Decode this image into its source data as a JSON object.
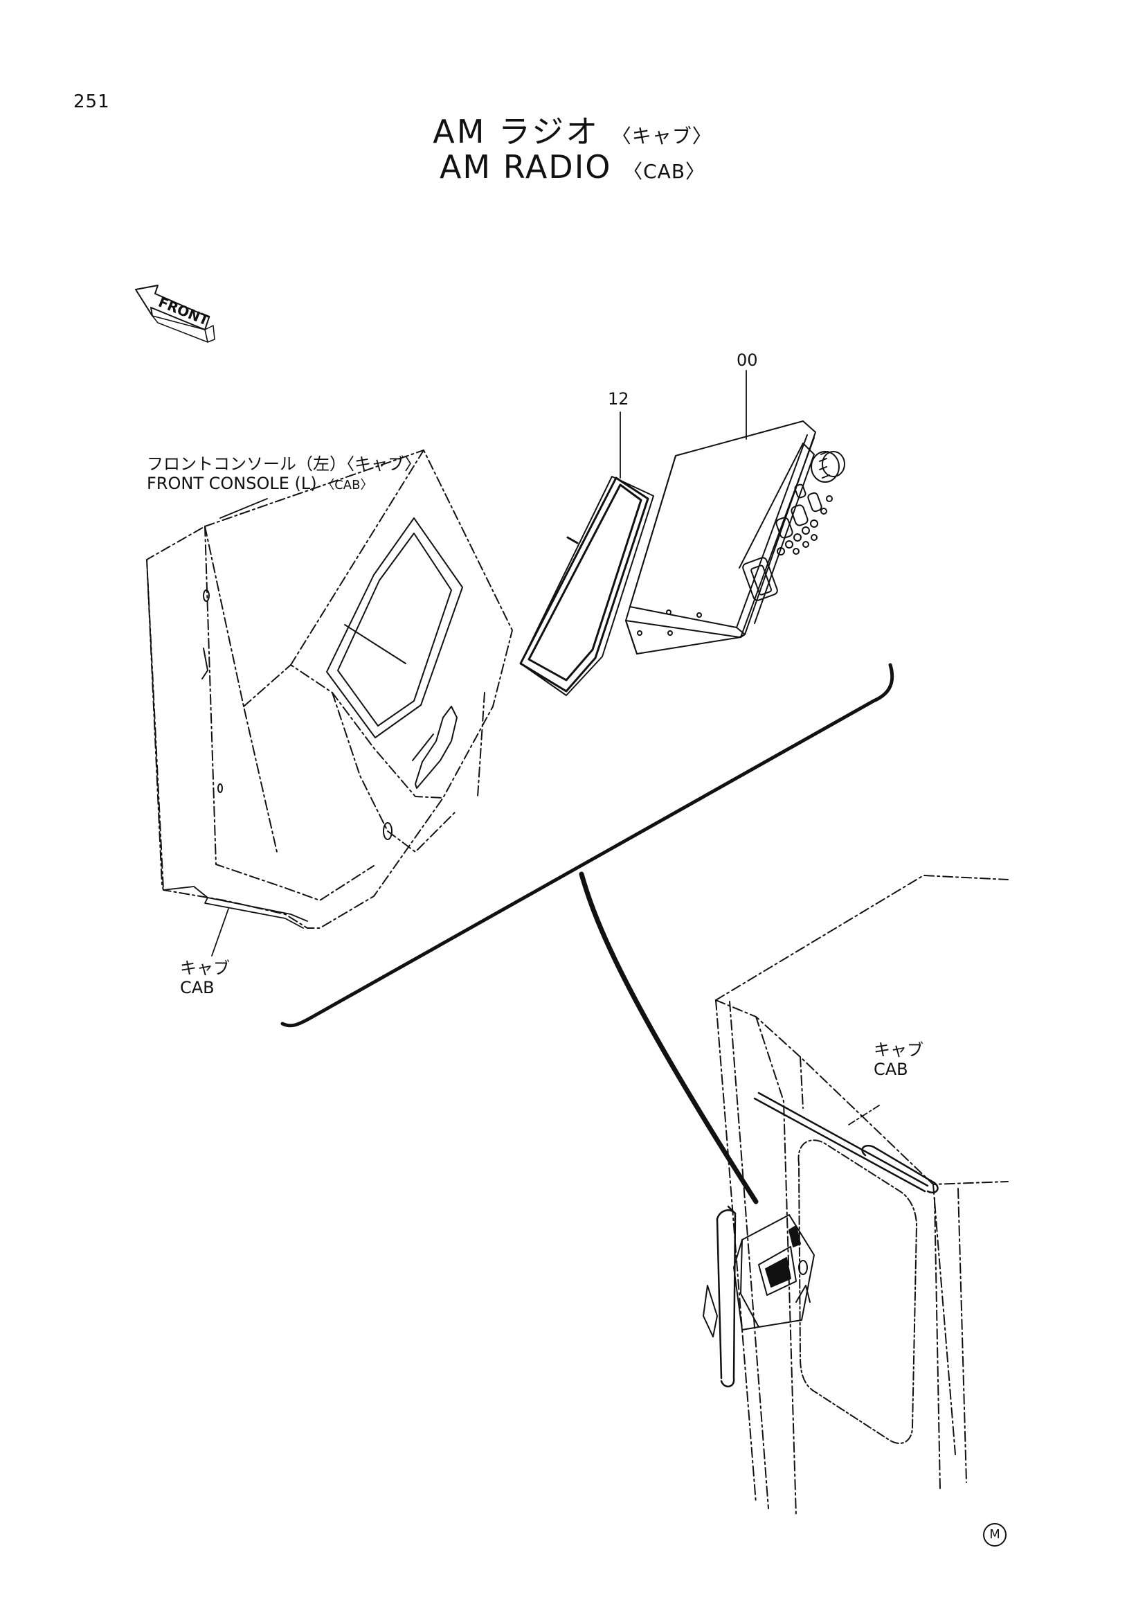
{
  "page_number": "251",
  "title": {
    "ja_main": "AM ラジオ",
    "ja_sub": "〈キャブ〉",
    "en_main": "AM RADIO",
    "en_sub": "〈CAB〉"
  },
  "front_arrow": {
    "label": "FRONT"
  },
  "labels": {
    "front_console_ja": "フロントコンソール（左）〈キャブ〉",
    "front_console_en_main": "FRONT CONSOLE (L) ",
    "front_console_en_sub": "〈CAB〉",
    "cab_left_ja": "キャブ",
    "cab_left_en": "CAB",
    "cab_right_ja": "キャブ",
    "cab_right_en": "CAB"
  },
  "part_numbers": {
    "radio": "00",
    "frame": "12"
  },
  "mark": "M"
}
